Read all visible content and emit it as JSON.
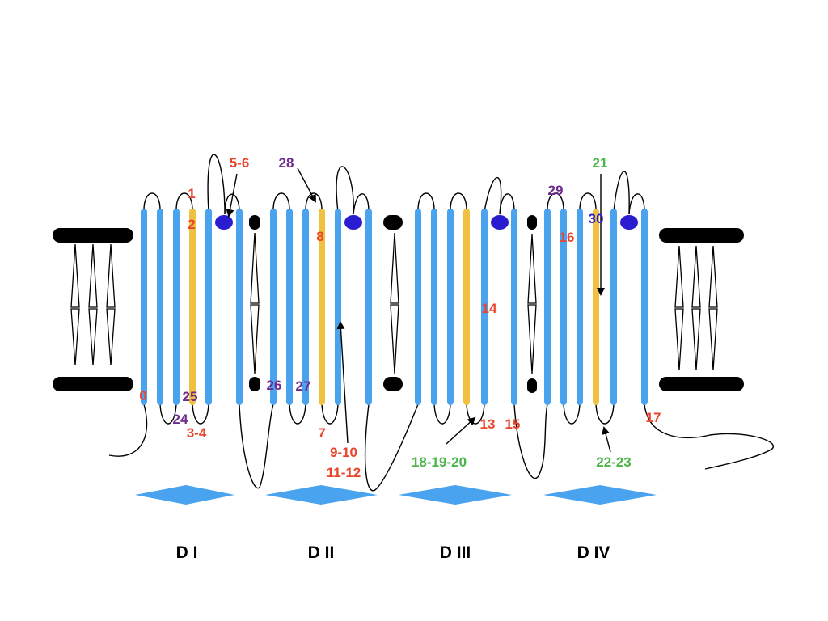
{
  "colors": {
    "helix": "#4aa3ef",
    "s4_helix": "#f0c040",
    "pore_dot": "#2a1ccf",
    "membrane": "#000000",
    "red_label": "#e8452c",
    "purple_label": "#6e2a8e",
    "green_label": "#4bb44a",
    "blue_label": "#2a1ccf",
    "domain_marker": "#4aa3ef"
  },
  "domains": [
    {
      "id": "DI",
      "label": "D I"
    },
    {
      "id": "DII",
      "label": "D II"
    },
    {
      "id": "DIII",
      "label": "D III"
    },
    {
      "id": "DIV",
      "label": "D IV"
    }
  ],
  "labels": {
    "l0": "0",
    "l1": "1",
    "l2": "2",
    "l3_4": "3-4",
    "l5_6": "5-6",
    "l7": "7",
    "l8": "8",
    "l9_10": "9-10",
    "l11_12": "11-12",
    "l13": "13",
    "l14": "14",
    "l15": "15",
    "l16": "16",
    "l17": "17",
    "l18_19_20": "18-19-20",
    "l21": "21",
    "l22_23": "22-23",
    "l24": "24",
    "l25": "25",
    "l26": "26",
    "l27": "27",
    "l28": "28",
    "l29": "29",
    "l30": "30"
  }
}
